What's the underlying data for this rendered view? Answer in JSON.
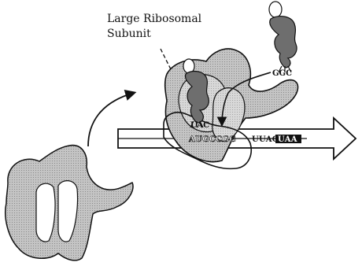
{
  "annotation": {
    "line1": "Large Ribosomal",
    "line2": "Subunit"
  },
  "codons": {
    "trna_left": "UAC",
    "trna_right": "GGC"
  },
  "mrna": {
    "seg1": "AUGCCGG",
    "seg2": "UUAC",
    "seg3": "UAA"
  },
  "colors": {
    "subunit_fill": "#c8c8c8",
    "small_subunit_fill": "#d9d9d9",
    "trna_fill": "#6e6e6e",
    "outline": "#111111",
    "highlight": "#111111"
  }
}
